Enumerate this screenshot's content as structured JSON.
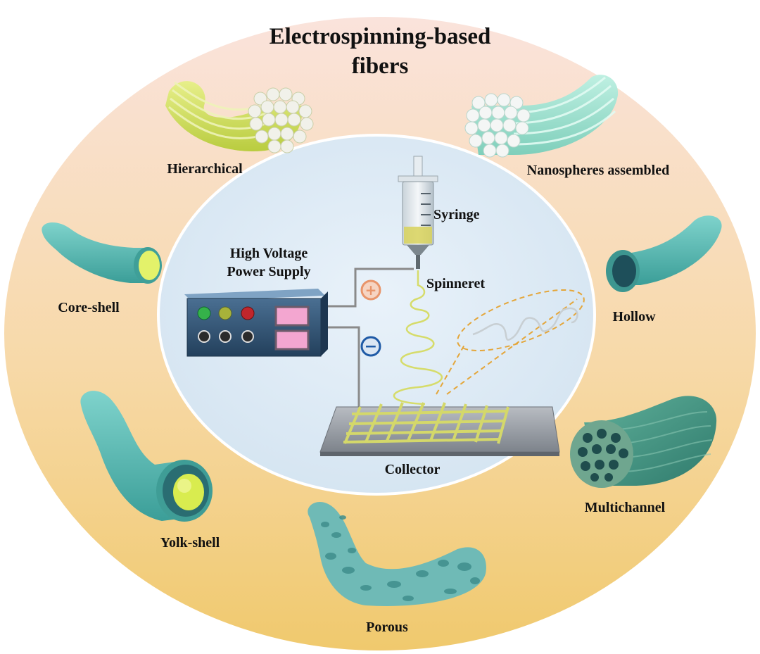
{
  "title": {
    "line1": "Electrospinning-based",
    "line2": "fibers"
  },
  "fiber_types": {
    "hierarchical": "Hierarchical",
    "nanospheres": "Nanospheres assembled",
    "core_shell": "Core-shell",
    "hollow": "Hollow",
    "yolk_shell": "Yolk-shell",
    "multichannel": "Multichannel",
    "porous": "Porous"
  },
  "setup": {
    "power_supply_line1": "High Voltage",
    "power_supply_line2": "Power Supply",
    "syringe": "Syringe",
    "spinneret": "Spinneret",
    "collector": "Collector",
    "positive_sign": "+",
    "negative_sign": "−"
  },
  "colors": {
    "outer_top": "#f9dfd6",
    "outer_bottom": "#f2cf79",
    "inner_circle": "#dce9f5",
    "fiber_teal": "#5fbdb7",
    "fiber_yellow": "#d8e86a",
    "wire": "#8a8a8a",
    "positive": "#e8956b",
    "negative": "#1f5aa6"
  }
}
